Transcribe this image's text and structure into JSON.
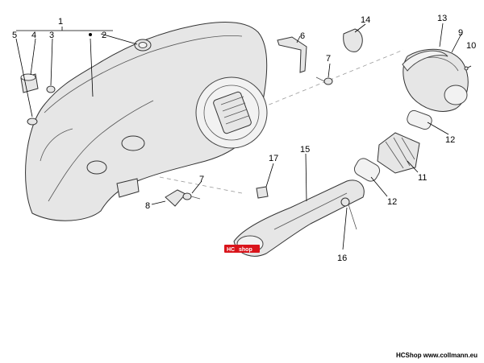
{
  "callouts": {
    "c1": "1",
    "c2": "2",
    "c3": "3",
    "c4": "4",
    "c5": "5",
    "c6": "6",
    "c7a": "7",
    "c7b": "7",
    "c8": "8",
    "c9": "9",
    "c10": "10",
    "c11": "11",
    "c12a": "12",
    "c12b": "12",
    "c13": "13",
    "c14": "14",
    "c15": "15",
    "c16": "16",
    "c17": "17"
  },
  "stamp": {
    "left": "HC",
    "right": "shop"
  },
  "footer": "HCShop www.collmann.eu"
}
